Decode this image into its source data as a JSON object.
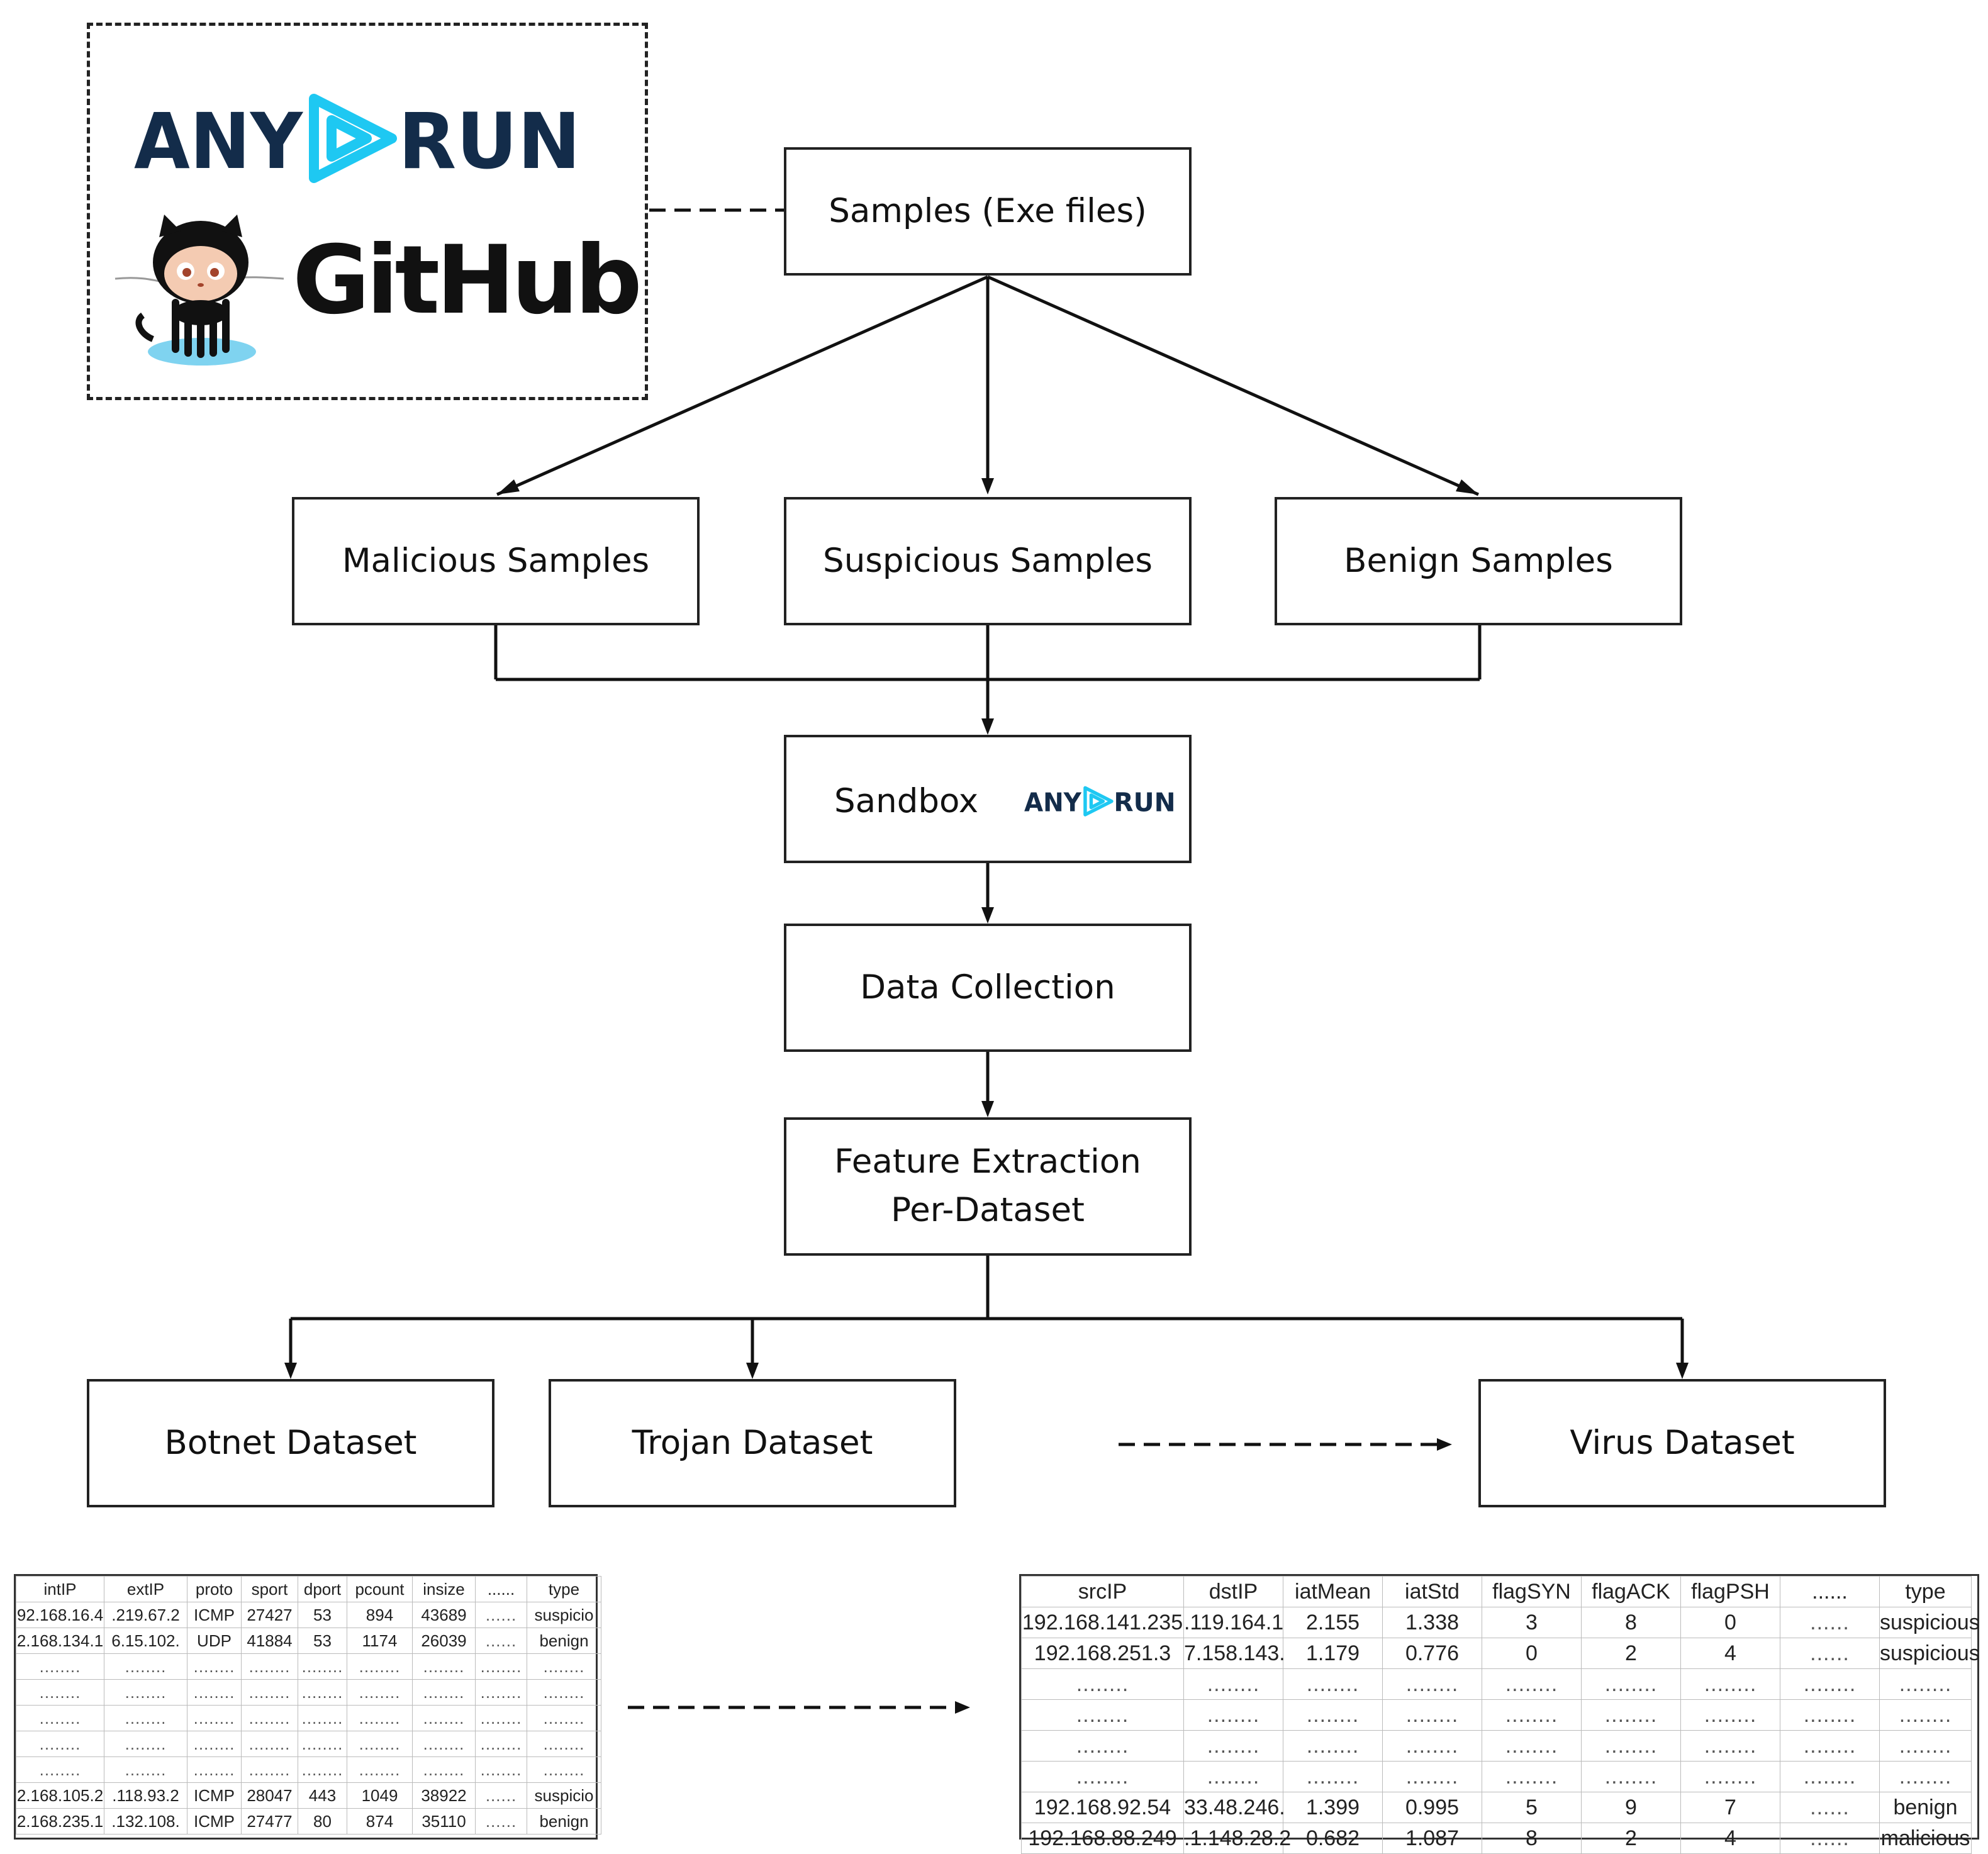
{
  "sources": {
    "anyrun_logo": "ANY RUN",
    "github_logo": "GitHub"
  },
  "nodes": {
    "samples": "Samples (Exe files)",
    "malicious": "Malicious Samples",
    "suspicious": "Suspicious Samples",
    "benign": "Benign Samples",
    "sandbox": "Sandbox",
    "sandbox_logo": "ANY RUN",
    "data_collection": "Data Collection",
    "feature_extraction_line1": "Feature Extraction",
    "feature_extraction_line2": "Per-Dataset",
    "botnet": "Botnet Dataset",
    "trojan": "Trojan Dataset",
    "virus": "Virus Dataset"
  },
  "colors": {
    "anyrun_text": "#132c4a",
    "anyrun_accent": "#1ec8f2",
    "line": "#111111"
  },
  "table_a": {
    "headers": [
      "intIP",
      "extIP",
      "proto",
      "sport",
      "dport",
      "pcount",
      "insize",
      "......",
      "type"
    ],
    "rows": [
      [
        "92.168.16.4",
        ".219.67.2",
        "ICMP",
        "27427",
        "53",
        "894",
        "43689",
        "......",
        "suspicio"
      ],
      [
        "2.168.134.1",
        "6.15.102.",
        "UDP",
        "41884",
        "53",
        "1174",
        "26039",
        "......",
        "benign"
      ],
      [
        "........",
        "........",
        "........",
        "........",
        "........",
        "........",
        "........",
        "........",
        "........"
      ],
      [
        "........",
        "........",
        "........",
        "........",
        "........",
        "........",
        "........",
        "........",
        "........"
      ],
      [
        "........",
        "........",
        "........",
        "........",
        "........",
        "........",
        "........",
        "........",
        "........"
      ],
      [
        "........",
        "........",
        "........",
        "........",
        "........",
        "........",
        "........",
        "........",
        "........"
      ],
      [
        "........",
        "........",
        "........",
        "........",
        "........",
        "........",
        "........",
        "........",
        "........"
      ],
      [
        "2.168.105.2",
        ".118.93.2",
        "ICMP",
        "28047",
        "443",
        "1049",
        "38922",
        "......",
        "suspicio"
      ],
      [
        "2.168.235.1",
        ".132.108.",
        "ICMP",
        "27477",
        "80",
        "874",
        "35110",
        "......",
        "benign"
      ]
    ]
  },
  "table_b": {
    "headers": [
      "srcIP",
      "dstIP",
      "iatMean",
      "iatStd",
      "flagSYN",
      "flagACK",
      "flagPSH",
      "......",
      "type"
    ],
    "rows": [
      [
        "192.168.141.235",
        ".119.164.1",
        "2.155",
        "1.338",
        "3",
        "8",
        "0",
        "......",
        "suspicious"
      ],
      [
        "192.168.251.3",
        "7.158.143.",
        "1.179",
        "0.776",
        "0",
        "2",
        "4",
        "......",
        "suspicious"
      ],
      [
        "........",
        "........",
        "........",
        "........",
        "........",
        "........",
        "........",
        "........",
        "........"
      ],
      [
        "........",
        "........",
        "........",
        "........",
        "........",
        "........",
        "........",
        "........",
        "........"
      ],
      [
        "........",
        "........",
        "........",
        "........",
        "........",
        "........",
        "........",
        "........",
        "........"
      ],
      [
        "........",
        "........",
        "........",
        "........",
        "........",
        "........",
        "........",
        "........",
        "........"
      ],
      [
        "192.168.92.54",
        "33.48.246.",
        "1.399",
        "0.995",
        "5",
        "9",
        "7",
        "......",
        "benign"
      ],
      [
        "192.168.88.249",
        ".1.148.28.2",
        "0.682",
        "1.087",
        "8",
        "2",
        "4",
        "......",
        "malicious"
      ]
    ]
  }
}
